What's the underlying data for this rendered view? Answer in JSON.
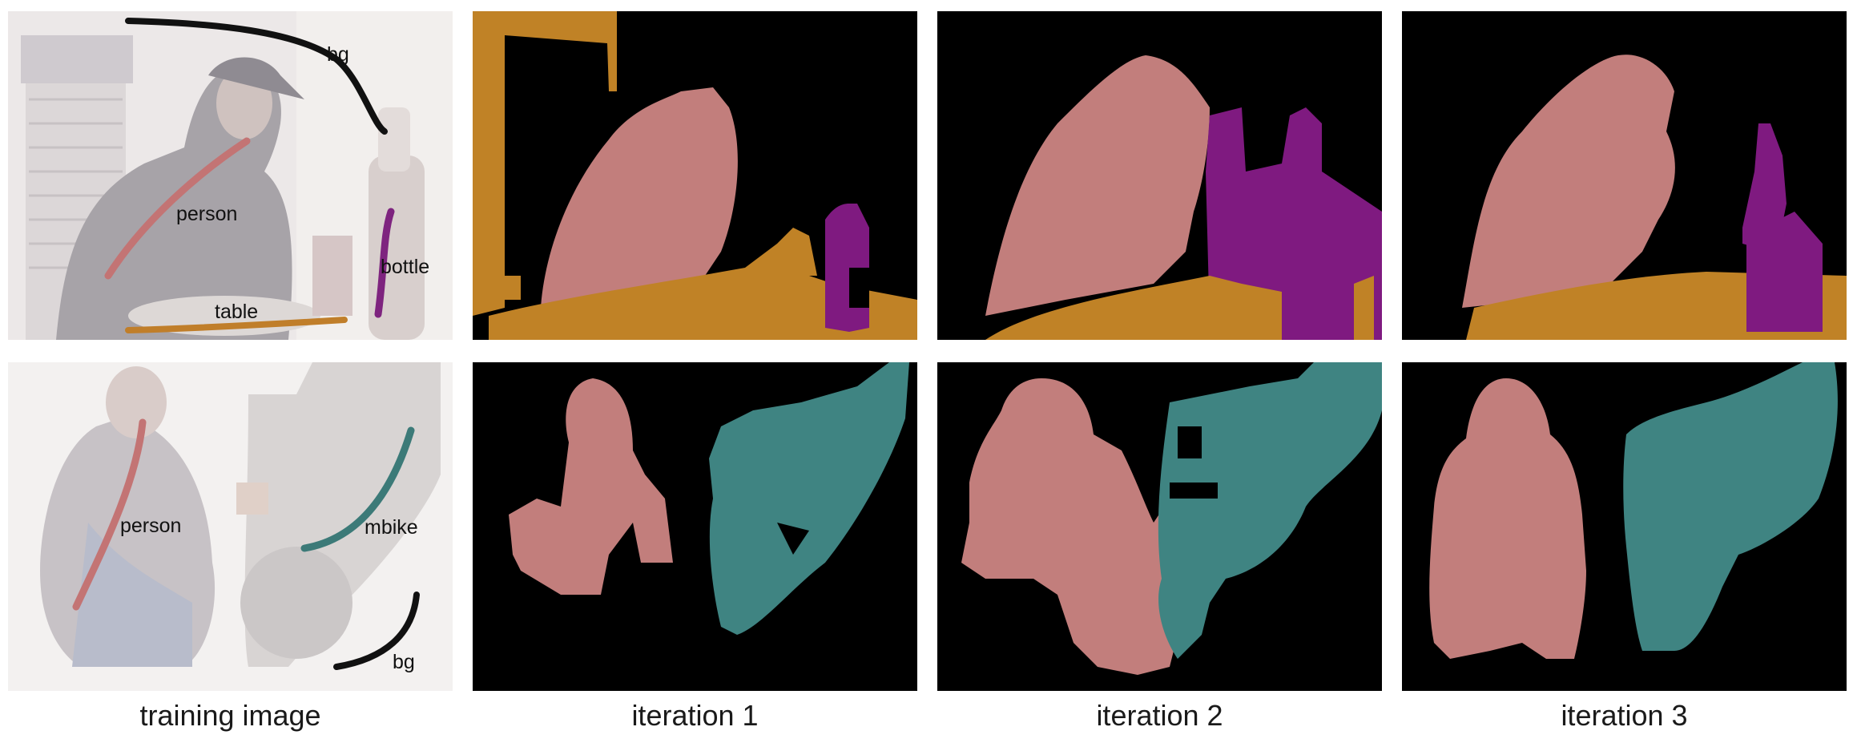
{
  "columns": [
    {
      "caption": "training image"
    },
    {
      "caption": "iteration 1"
    },
    {
      "caption": "iteration 2"
    },
    {
      "caption": "iteration 3"
    }
  ],
  "row1": {
    "scribbles": {
      "bg": "bg",
      "person": "person",
      "bottle": "bottle",
      "table": "table"
    }
  },
  "row2": {
    "scribbles": {
      "person": "person",
      "mbike": "mbike",
      "bg": "bg"
    }
  },
  "colors": {
    "background": "#000000",
    "person": "#c27e7c",
    "table": "#c08226",
    "bottle": "#7f1a80",
    "mbike": "#3f8482",
    "bg_scribble": "#111111"
  }
}
